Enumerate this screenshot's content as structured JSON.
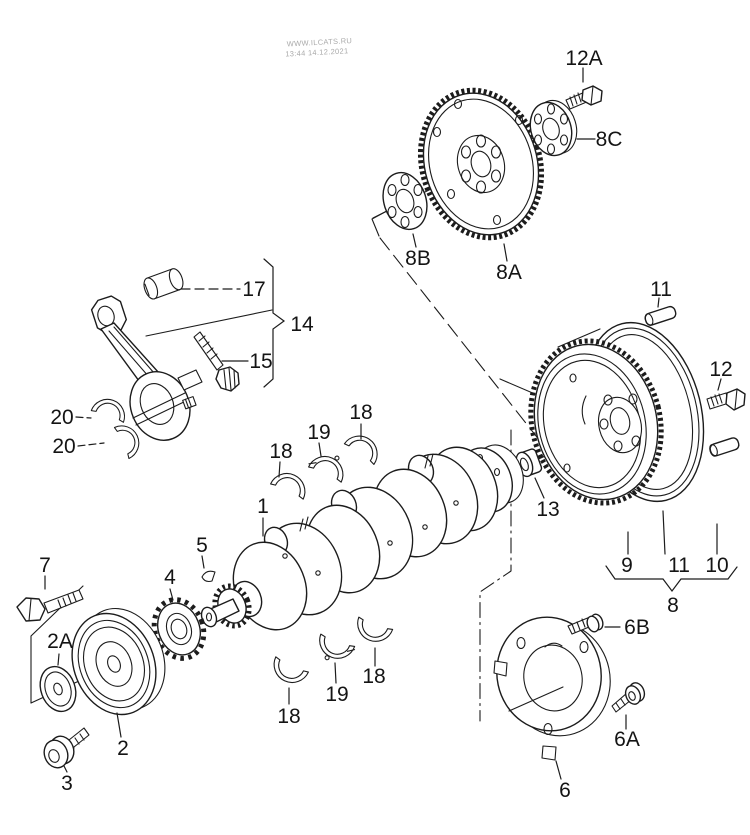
{
  "watermark": {
    "site": "WWW.ILCATS.RU",
    "timestamp": "13:44 14.12.2021"
  },
  "colors": {
    "line": "#1c1c1c",
    "background": "#ffffff",
    "watermark": "#aaaaaa"
  },
  "callouts": [
    {
      "id": "12A",
      "label": "12A"
    },
    {
      "id": "8C",
      "label": "8C"
    },
    {
      "id": "8B",
      "label": "8B"
    },
    {
      "id": "8A",
      "label": "8A"
    },
    {
      "id": "11-top",
      "label": "11"
    },
    {
      "id": "12",
      "label": "12"
    },
    {
      "id": "13",
      "label": "13"
    },
    {
      "id": "17",
      "label": "17"
    },
    {
      "id": "14",
      "label": "14"
    },
    {
      "id": "15",
      "label": "15"
    },
    {
      "id": "20-upper",
      "label": "20"
    },
    {
      "id": "20-lower",
      "label": "20"
    },
    {
      "id": "18-upper-left",
      "label": "18"
    },
    {
      "id": "19-upper",
      "label": "19"
    },
    {
      "id": "18-upper-right",
      "label": "18"
    },
    {
      "id": "1",
      "label": "1"
    },
    {
      "id": "5",
      "label": "5"
    },
    {
      "id": "4",
      "label": "4"
    },
    {
      "id": "7",
      "label": "7"
    },
    {
      "id": "2A",
      "label": "2A"
    },
    {
      "id": "2",
      "label": "2"
    },
    {
      "id": "3",
      "label": "3"
    },
    {
      "id": "18-lower-left",
      "label": "18"
    },
    {
      "id": "19-lower",
      "label": "19"
    },
    {
      "id": "18-lower-right",
      "label": "18"
    },
    {
      "id": "9",
      "label": "9"
    },
    {
      "id": "11-bottom",
      "label": "11"
    },
    {
      "id": "10",
      "label": "10"
    },
    {
      "id": "8",
      "label": "8"
    },
    {
      "id": "6B",
      "label": "6B"
    },
    {
      "id": "6A",
      "label": "6A"
    },
    {
      "id": "6",
      "label": "6"
    }
  ]
}
